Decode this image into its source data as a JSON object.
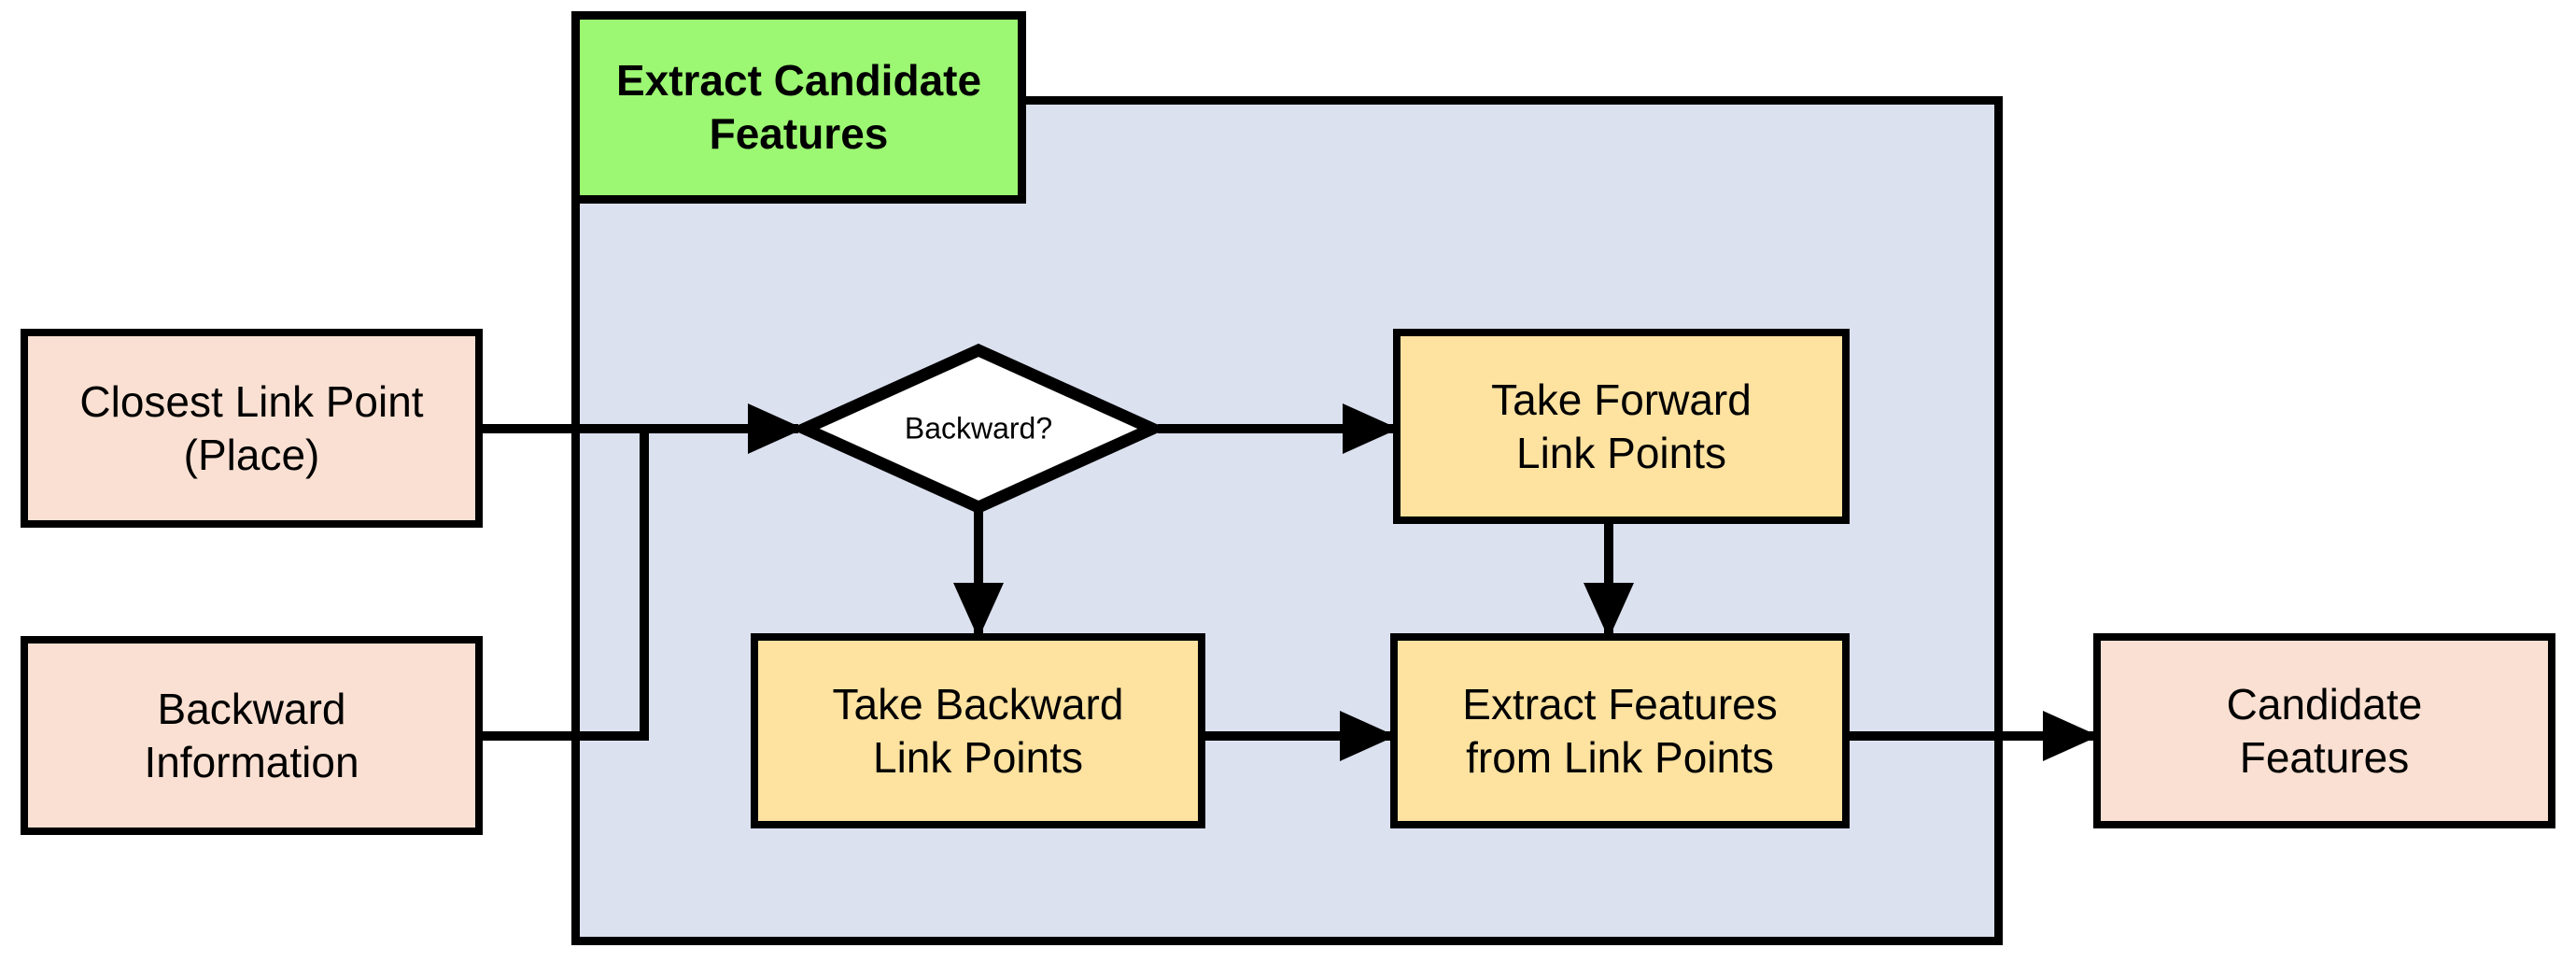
{
  "diagram": {
    "type": "flowchart",
    "title": "Extract Candidate Features",
    "orientation": "left-to-right",
    "colors": {
      "io_fill": "#fae0d2",
      "process_fill": "#fde2a0",
      "decision_fill": "#ffffff",
      "group_fill": "#dce1f0",
      "group_header_fill": "#9cf772",
      "stroke": "#000000",
      "canvas": "#ffffff"
    }
  },
  "group": {
    "header_label": "Extract Candidate\nFeatures",
    "header_bold": true
  },
  "nodes": [
    {
      "id": "closest-link-point",
      "label": "Closest Link Point\n(Place)",
      "shape": "rectangle",
      "role": "input"
    },
    {
      "id": "backward-information",
      "label": "Backward\nInformation",
      "shape": "rectangle",
      "role": "input"
    },
    {
      "id": "backward-decision",
      "label": "Backward?",
      "shape": "diamond",
      "role": "decision"
    },
    {
      "id": "take-forward-link-points",
      "label": "Take Forward\nLink Points",
      "shape": "rectangle",
      "role": "process"
    },
    {
      "id": "take-backward-link-points",
      "label": "Take Backward\nLink Points",
      "shape": "rectangle",
      "role": "process"
    },
    {
      "id": "extract-features-from-link-points",
      "label": "Extract Features\nfrom Link Points",
      "shape": "rectangle",
      "role": "process"
    },
    {
      "id": "candidate-features",
      "label": "Candidate\nFeatures",
      "shape": "rectangle",
      "role": "output"
    }
  ],
  "edges": [
    {
      "from": "closest-link-point",
      "to": "backward-decision",
      "label": ""
    },
    {
      "from": "backward-information",
      "to": "backward-decision",
      "label": ""
    },
    {
      "from": "backward-decision",
      "to": "take-forward-link-points",
      "label": ""
    },
    {
      "from": "backward-decision",
      "to": "take-backward-link-points",
      "label": ""
    },
    {
      "from": "take-forward-link-points",
      "to": "extract-features-from-link-points",
      "label": ""
    },
    {
      "from": "take-backward-link-points",
      "to": "extract-features-from-link-points",
      "label": ""
    },
    {
      "from": "extract-features-from-link-points",
      "to": "candidate-features",
      "label": ""
    }
  ]
}
